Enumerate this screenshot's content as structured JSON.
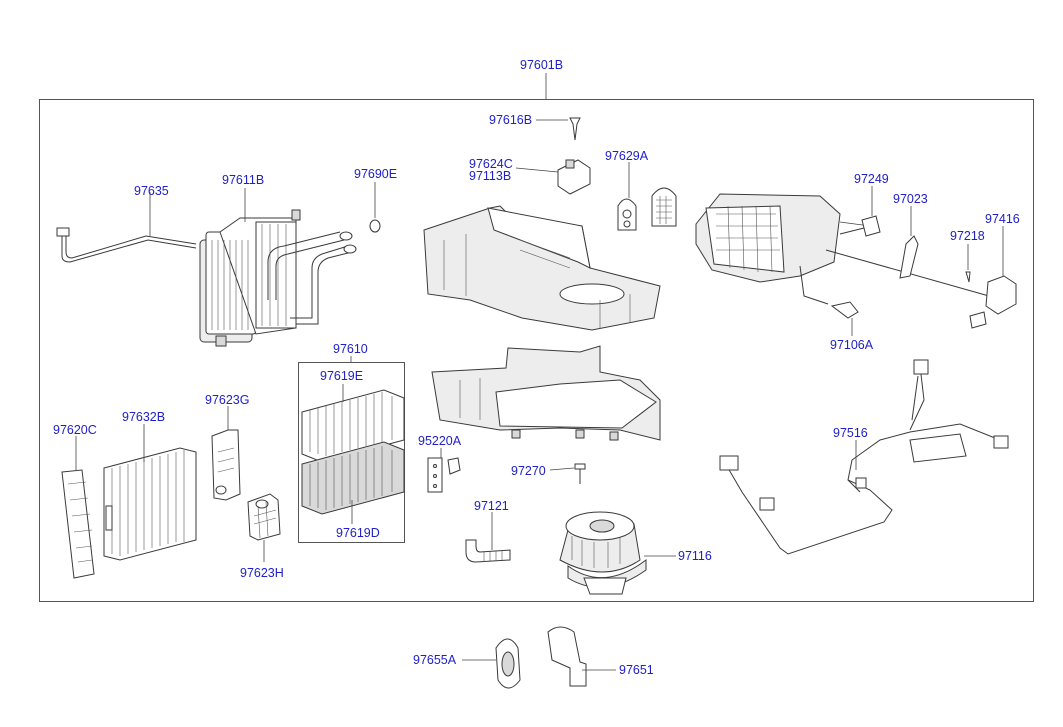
{
  "assembly": {
    "label": "97601B"
  },
  "parts": {
    "evaporator_core": "97611B",
    "o_ring": "97690E",
    "pipe_assembly": "97635",
    "case_screw": "97616B",
    "resistor": "97624C",
    "resistor_alt": "97113B",
    "cover_a": "97629A",
    "actuator_bracket": "97249",
    "lever": "97023",
    "actuator": "97416",
    "screw": "97218",
    "sensor": "97106A",
    "filter_assembly": "97610",
    "filter_upper": "97619E",
    "filter_lower": "97619D",
    "filter_cover": "97620C",
    "filter_element": "97632B",
    "cover_g": "97623G",
    "cover_h": "97623H",
    "connector": "95220A",
    "blower_screw": "97270",
    "hose": "97121",
    "blower_motor": "97116",
    "wiring_harness": "97516",
    "grommet": "97655A",
    "duct": "97651"
  }
}
